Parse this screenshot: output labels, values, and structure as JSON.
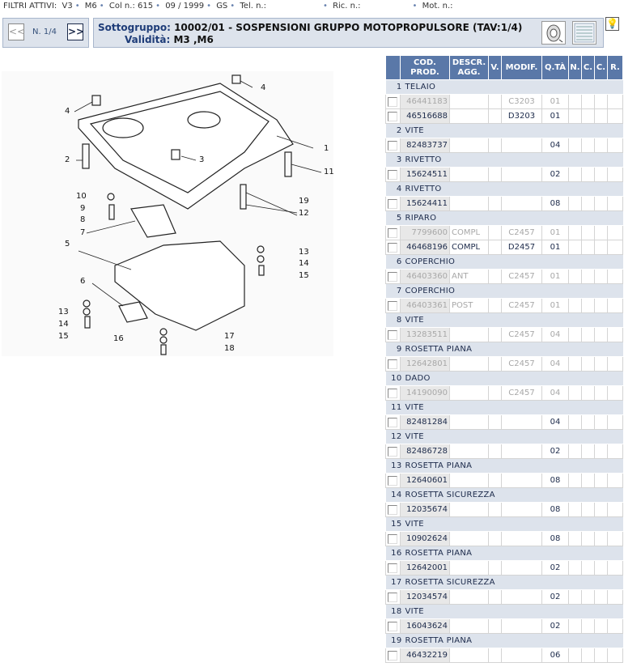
{
  "filters": {
    "label": "FILTRI ATTIVI:",
    "items": [
      "V3",
      "M6",
      "Col n.: 615",
      "09 / 1999",
      "GS",
      "Tel. n.:",
      "Ric. n.:",
      "Mot. n.:"
    ]
  },
  "nav": {
    "prev": "<<",
    "page": "N. 1/4",
    "next": ">>"
  },
  "title": {
    "sottogruppo_label": "Sottogruppo:",
    "sottogruppo_value": "10002/01 - SOSPENSIONI GRUPPO MOTOPROPULSORE (TAV:1/4)",
    "validita_label": "Validità:",
    "validita_value": "M3 ,M6"
  },
  "icons": [
    "wheel-view-icon",
    "parts-list-icon",
    "lightbulb-help-icon"
  ],
  "diagram": {
    "callouts": [
      "1",
      "2",
      "3",
      "4",
      "4",
      "5",
      "6",
      "7",
      "8",
      "9",
      "10",
      "11",
      "12",
      "13",
      "14",
      "15",
      "13",
      "14",
      "15",
      "16",
      "17",
      "18",
      "19"
    ]
  },
  "table": {
    "headers": [
      "",
      "COD. PROD.",
      "DESCR. AGG.",
      "V.",
      "MODIF.",
      "Q.TÀ",
      "N.",
      "C.",
      "C.",
      "R."
    ],
    "groups": [
      {
        "n": "1",
        "name": "TELAIO",
        "items": [
          {
            "code": "46441183",
            "descr": "",
            "modif": "C3203",
            "qty": "01",
            "old": true
          },
          {
            "code": "46516688",
            "descr": "",
            "modif": "D3203",
            "qty": "01",
            "old": false
          }
        ]
      },
      {
        "n": "2",
        "name": "VITE",
        "items": [
          {
            "code": "82483737",
            "descr": "",
            "modif": "",
            "qty": "04",
            "old": false
          }
        ]
      },
      {
        "n": "3",
        "name": "RIVETTO",
        "items": [
          {
            "code": "15624511",
            "descr": "",
            "modif": "",
            "qty": "02",
            "old": false
          }
        ]
      },
      {
        "n": "4",
        "name": "RIVETTO",
        "items": [
          {
            "code": "15624411",
            "descr": "",
            "modif": "",
            "qty": "08",
            "old": false
          }
        ]
      },
      {
        "n": "5",
        "name": "RIPARO",
        "items": [
          {
            "code": "7799600",
            "descr": "COMPL",
            "modif": "C2457",
            "qty": "01",
            "old": true
          },
          {
            "code": "46468196",
            "descr": "COMPL",
            "modif": "D2457",
            "qty": "01",
            "old": false
          }
        ]
      },
      {
        "n": "6",
        "name": "COPERCHIO",
        "items": [
          {
            "code": "46403360",
            "descr": "ANT",
            "modif": "C2457",
            "qty": "01",
            "old": true
          }
        ]
      },
      {
        "n": "7",
        "name": "COPERCHIO",
        "items": [
          {
            "code": "46403361",
            "descr": "POST",
            "modif": "C2457",
            "qty": "01",
            "old": true
          }
        ]
      },
      {
        "n": "8",
        "name": "VITE",
        "items": [
          {
            "code": "13283511",
            "descr": "",
            "modif": "C2457",
            "qty": "04",
            "old": true
          }
        ]
      },
      {
        "n": "9",
        "name": "ROSETTA PIANA",
        "items": [
          {
            "code": "12642801",
            "descr": "",
            "modif": "C2457",
            "qty": "04",
            "old": true
          }
        ]
      },
      {
        "n": "10",
        "name": "DADO",
        "items": [
          {
            "code": "14190090",
            "descr": "",
            "modif": "C2457",
            "qty": "04",
            "old": true
          }
        ]
      },
      {
        "n": "11",
        "name": "VITE",
        "items": [
          {
            "code": "82481284",
            "descr": "",
            "modif": "",
            "qty": "04",
            "old": false
          }
        ]
      },
      {
        "n": "12",
        "name": "VITE",
        "items": [
          {
            "code": "82486728",
            "descr": "",
            "modif": "",
            "qty": "02",
            "old": false
          }
        ]
      },
      {
        "n": "13",
        "name": "ROSETTA PIANA",
        "items": [
          {
            "code": "12640601",
            "descr": "",
            "modif": "",
            "qty": "08",
            "old": false
          }
        ]
      },
      {
        "n": "14",
        "name": "ROSETTA SICUREZZA",
        "items": [
          {
            "code": "12035674",
            "descr": "",
            "modif": "",
            "qty": "08",
            "old": false
          }
        ]
      },
      {
        "n": "15",
        "name": "VITE",
        "items": [
          {
            "code": "10902624",
            "descr": "",
            "modif": "",
            "qty": "08",
            "old": false
          }
        ]
      },
      {
        "n": "16",
        "name": "ROSETTA PIANA",
        "items": [
          {
            "code": "12642001",
            "descr": "",
            "modif": "",
            "qty": "02",
            "old": false
          }
        ]
      },
      {
        "n": "17",
        "name": "ROSETTA SICUREZZA",
        "items": [
          {
            "code": "12034574",
            "descr": "",
            "modif": "",
            "qty": "02",
            "old": false
          }
        ]
      },
      {
        "n": "18",
        "name": "VITE",
        "items": [
          {
            "code": "16043624",
            "descr": "",
            "modif": "",
            "qty": "02",
            "old": false
          }
        ]
      },
      {
        "n": "19",
        "name": "ROSETTA PIANA",
        "items": [
          {
            "code": "46432219",
            "descr": "",
            "modif": "",
            "qty": "06",
            "old": false
          }
        ]
      }
    ]
  }
}
